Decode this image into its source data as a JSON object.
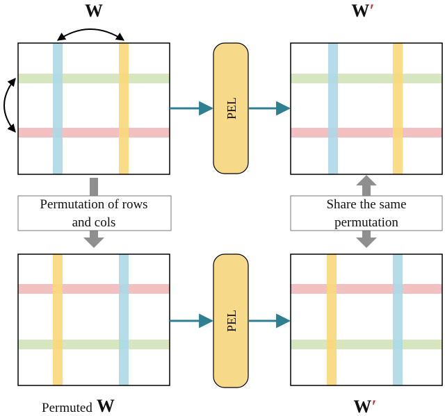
{
  "top_left": {
    "title": "W"
  },
  "top_right": {
    "title": "W",
    "prime": "′"
  },
  "bottom_left": {
    "title_prefix": "Permuted",
    "title": "W"
  },
  "bottom_right": {
    "title": "W",
    "prime": "′"
  },
  "pel_label": "PEL",
  "note_left": {
    "line1": "Permutation of rows",
    "line2": "and cols"
  },
  "note_right": {
    "line1": "Share the same",
    "line2": "permutation"
  },
  "colors": {
    "blue": "#add8e6",
    "yellow": "#f9d87a",
    "green": "#d5e6c0",
    "red": "#f2c0c0",
    "pel_fill": "#f7d98a",
    "teal_arrow": "#2f7f93",
    "gray_arrow": "#8f8f8f"
  }
}
